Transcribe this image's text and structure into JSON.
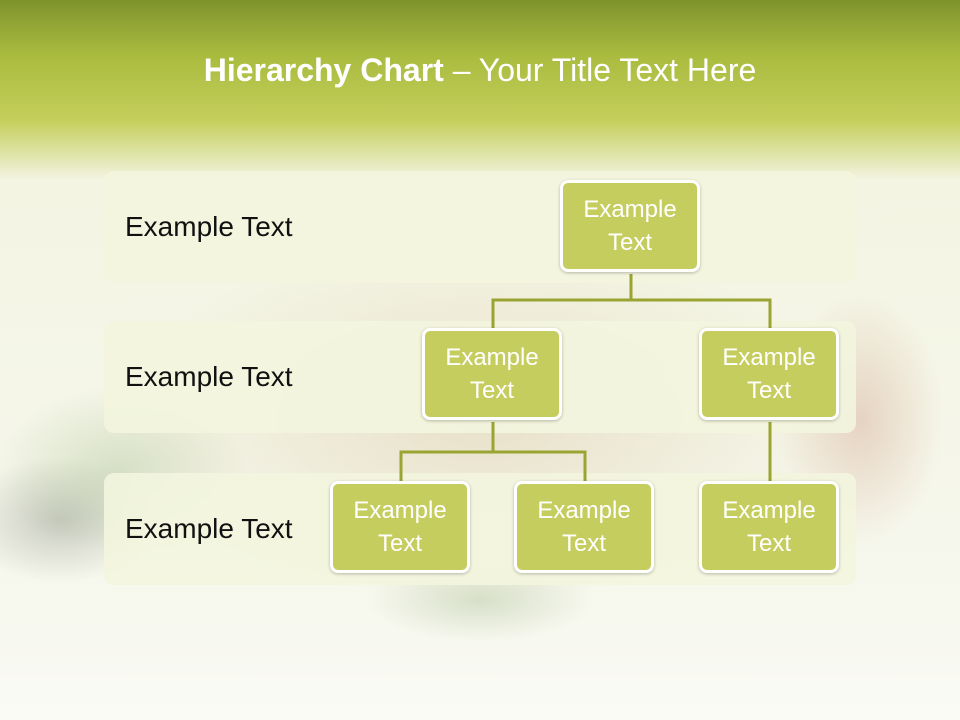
{
  "slide": {
    "title_bold": "Hierarchy Chart",
    "title_rest": " – Your Title Text Here"
  },
  "bands": [
    {
      "label": "Example Text"
    },
    {
      "label": "Example Text"
    },
    {
      "label": "Example Text"
    }
  ],
  "nodes": {
    "root": "Example Text",
    "left": "Example Text",
    "right": "Example Text",
    "left_child_1": "Example Text",
    "left_child_2": "Example Text",
    "right_child": "Example Text"
  },
  "colors": {
    "node_fill": "#c6cd5f",
    "connector": "#9aa432",
    "header": "#a9bb3f"
  }
}
